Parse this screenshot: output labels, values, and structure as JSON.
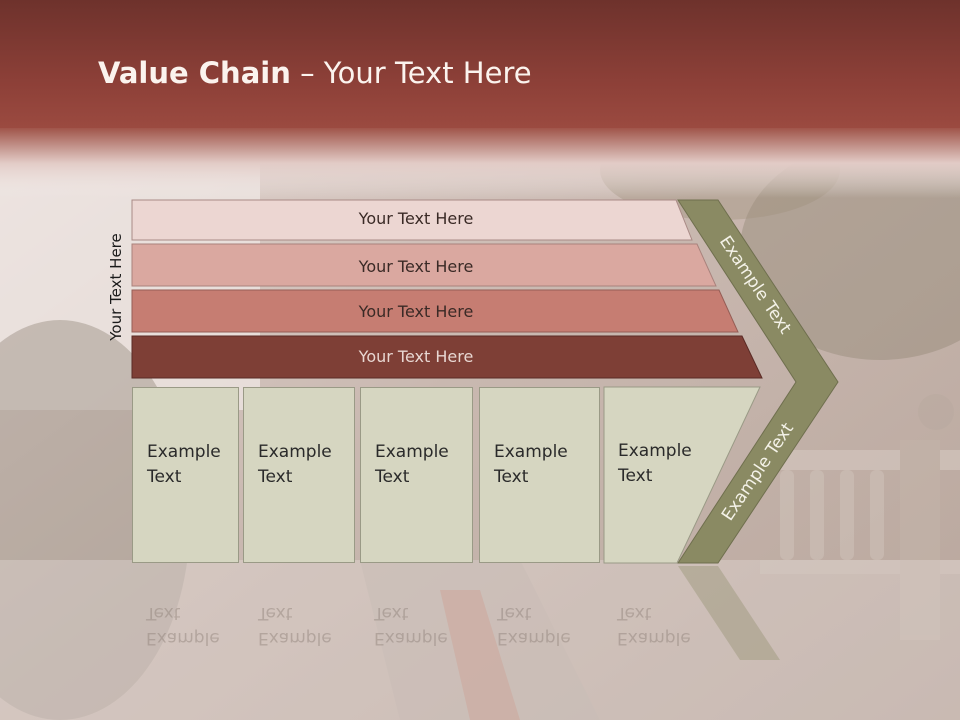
{
  "title": {
    "bold": "Value Chain",
    "rest": " – Your Text Here"
  },
  "vertical_label": "Your Text Here",
  "bars": [
    {
      "label": "Your Text Here",
      "color": "#ecd6d2"
    },
    {
      "label": "Your Text Here",
      "color": "#daa8a0"
    },
    {
      "label": "Your Text Here",
      "color": "#c67d72"
    },
    {
      "label": "Your Text Here",
      "color": "#7e3f36"
    }
  ],
  "boxes": [
    {
      "line1": "Example",
      "line2": "Text"
    },
    {
      "line1": "Example",
      "line2": "Text"
    },
    {
      "line1": "Example",
      "line2": "Text"
    },
    {
      "line1": "Example",
      "line2": "Text"
    },
    {
      "line1": "Example",
      "line2": "Text"
    }
  ],
  "chevron_upper_label": "Example Text",
  "chevron_lower_label": "Example Text",
  "colors": {
    "header": "#8a3f37",
    "chevron": "#8a8a63",
    "box": "#d6d6c1"
  }
}
